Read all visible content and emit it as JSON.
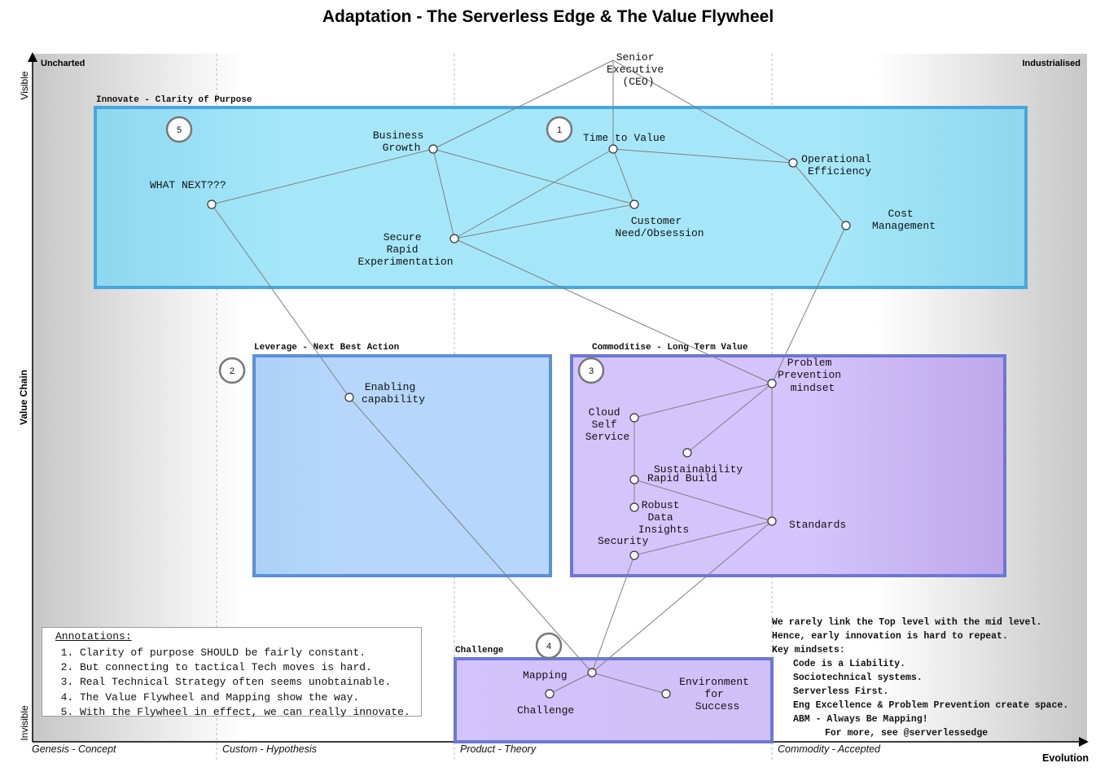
{
  "title": "Adaptation - The Serverless Edge & The Value Flywheel",
  "axes": {
    "y_label": "Value Chain",
    "y_top": "Visible",
    "y_bottom": "Invisible",
    "x_label": "Evolution",
    "corner_left": "Uncharted",
    "corner_right": "Industrialised",
    "stages": [
      "Genesis - Concept",
      "Custom - Hypothesis",
      "Product - Theory",
      "Commodity - Accepted"
    ]
  },
  "regions": {
    "innovate": "Innovate - Clarity of Purpose",
    "leverage": "Leverage - Next Best Action",
    "commoditise": "Commoditise - Long Term Value",
    "challenge": "Challenge"
  },
  "markers": [
    "5",
    "1",
    "2",
    "3",
    "4"
  ],
  "components": {
    "ceo": [
      "Senior",
      "Executive",
      "(CEO)"
    ],
    "business_growth": [
      "Business",
      "Growth"
    ],
    "time_to_value": [
      "Time to Value"
    ],
    "operational_efficiency": [
      "Operational",
      "Efficiency"
    ],
    "what_next": [
      "WHAT NEXT???"
    ],
    "customer_need": [
      "Customer",
      "Need/Obsession"
    ],
    "cost_management": [
      "Cost",
      "Management"
    ],
    "secure_rapid": [
      "Secure",
      "Rapid",
      "Experimentation"
    ],
    "enabling_capability": [
      "Enabling",
      "capability"
    ],
    "problem_prevention": [
      "Problem",
      "Prevention",
      "mindset"
    ],
    "cloud_self_service": [
      "Cloud",
      "Self",
      "Service"
    ],
    "sustainability": [
      "Sustainability"
    ],
    "rapid_build": [
      "Rapid Build"
    ],
    "robust_data": [
      "Robust",
      "Data",
      "Insights"
    ],
    "standards": [
      "Standards"
    ],
    "security": [
      "Security"
    ],
    "mapping": [
      "Mapping"
    ],
    "challenge_comp": [
      "Challenge"
    ],
    "environment": [
      "Environment",
      "for",
      "Success"
    ]
  },
  "annotations": {
    "heading": "Annotations:",
    "items": [
      "Clarity of purpose SHOULD be fairly constant.",
      "But connecting to tactical Tech moves is hard.",
      "Real Technical Strategy often seems unobtainable.",
      "The Value Flywheel and Mapping show the way.",
      "With the Flywheel in effect, we can really innovate."
    ]
  },
  "message": {
    "line1": "We rarely link the Top level with the mid level.",
    "line2": "Hence, early innovation is hard to repeat.",
    "heading": "Key mindsets:",
    "mindsets": [
      "Code is a Liability.",
      "Sociotechnical systems.",
      "Serverless First.",
      "Eng Excellence & Problem Prevention create space.",
      "ABM - Always Be Mapping!"
    ],
    "footer": "For more, see @serverlessedge"
  },
  "colors": {
    "innovate_fill": "#a3e6f8",
    "innovate_border": "#47a6de",
    "leverage_fill": "#b5d6fb",
    "leverage_border": "#5c8fdc",
    "commoditise_fill": "#d3c2fb",
    "commoditise_border": "#6b78d6",
    "link": "#7f7f7f"
  }
}
